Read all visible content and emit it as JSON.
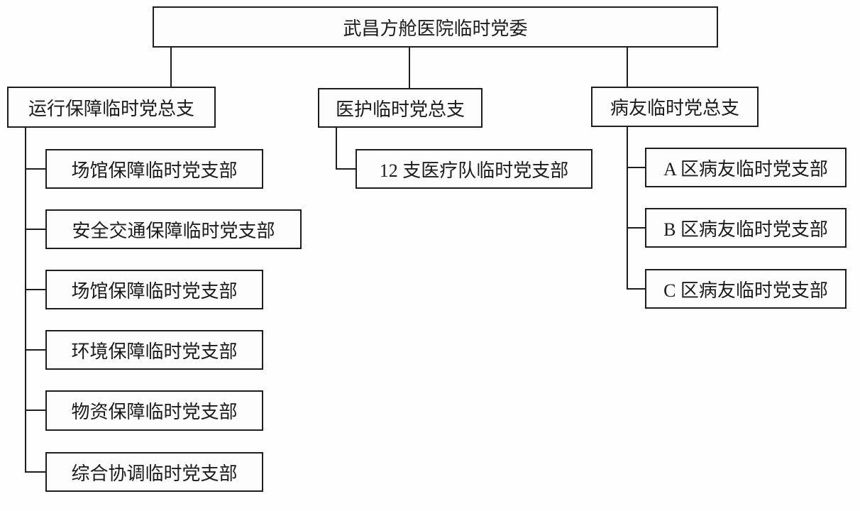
{
  "org": {
    "diagram_type": "org-chart",
    "root": {
      "label": "武昌方舱医院临时党委"
    },
    "branches": [
      {
        "label": "运行保障临时党总支",
        "children": [
          "场馆保障临时党支部",
          "安全交通保障临时党支部",
          "场馆保障临时党支部",
          "环境保障临时党支部",
          "物资保障临时党支部",
          "综合协调临时党支部"
        ]
      },
      {
        "label": "医护临时党总支",
        "children": [
          "12 支医疗队临时党支部"
        ]
      },
      {
        "label": "病友临时党总支",
        "children": [
          "A 区病友临时党支部",
          "B 区病友临时党支部",
          "C 区病友临时党支部"
        ]
      }
    ],
    "colors": {
      "line": "#1e1e1e",
      "text": "#1b1b1b",
      "box_background": "#fdfdfd",
      "page_background": "#fefefe"
    }
  }
}
